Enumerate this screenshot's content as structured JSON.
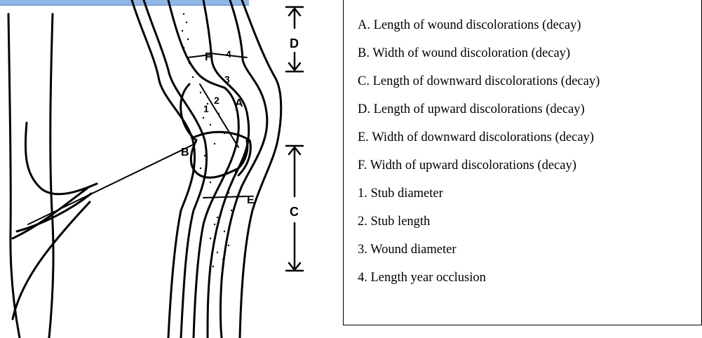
{
  "figure": {
    "labels": {
      "A": "A",
      "B": "B",
      "C": "C",
      "D": "D",
      "E": "E",
      "F": "F",
      "one": "1",
      "two": "2",
      "three": "3",
      "four": "4"
    }
  },
  "legend": {
    "items": [
      {
        "key": "A",
        "text": "A. Length of wound discolorations (decay)"
      },
      {
        "key": "B",
        "text": "B. Width of wound discoloration (decay)"
      },
      {
        "key": "C",
        "text": "C. Length of downward discolorations (decay)"
      },
      {
        "key": "D",
        "text": "D. Length of upward discolorations (decay)"
      },
      {
        "key": "E",
        "text": "E. Width of downward discolorations (decay)"
      },
      {
        "key": "F",
        "text": "F. Width of upward discolorations (decay)"
      },
      {
        "key": "1",
        "text": "1. Stub diameter"
      },
      {
        "key": "2",
        "text": "2. Stub length"
      },
      {
        "key": "3",
        "text": "3. Wound diameter"
      },
      {
        "key": "4",
        "text": "4. Length year occlusion"
      }
    ]
  }
}
